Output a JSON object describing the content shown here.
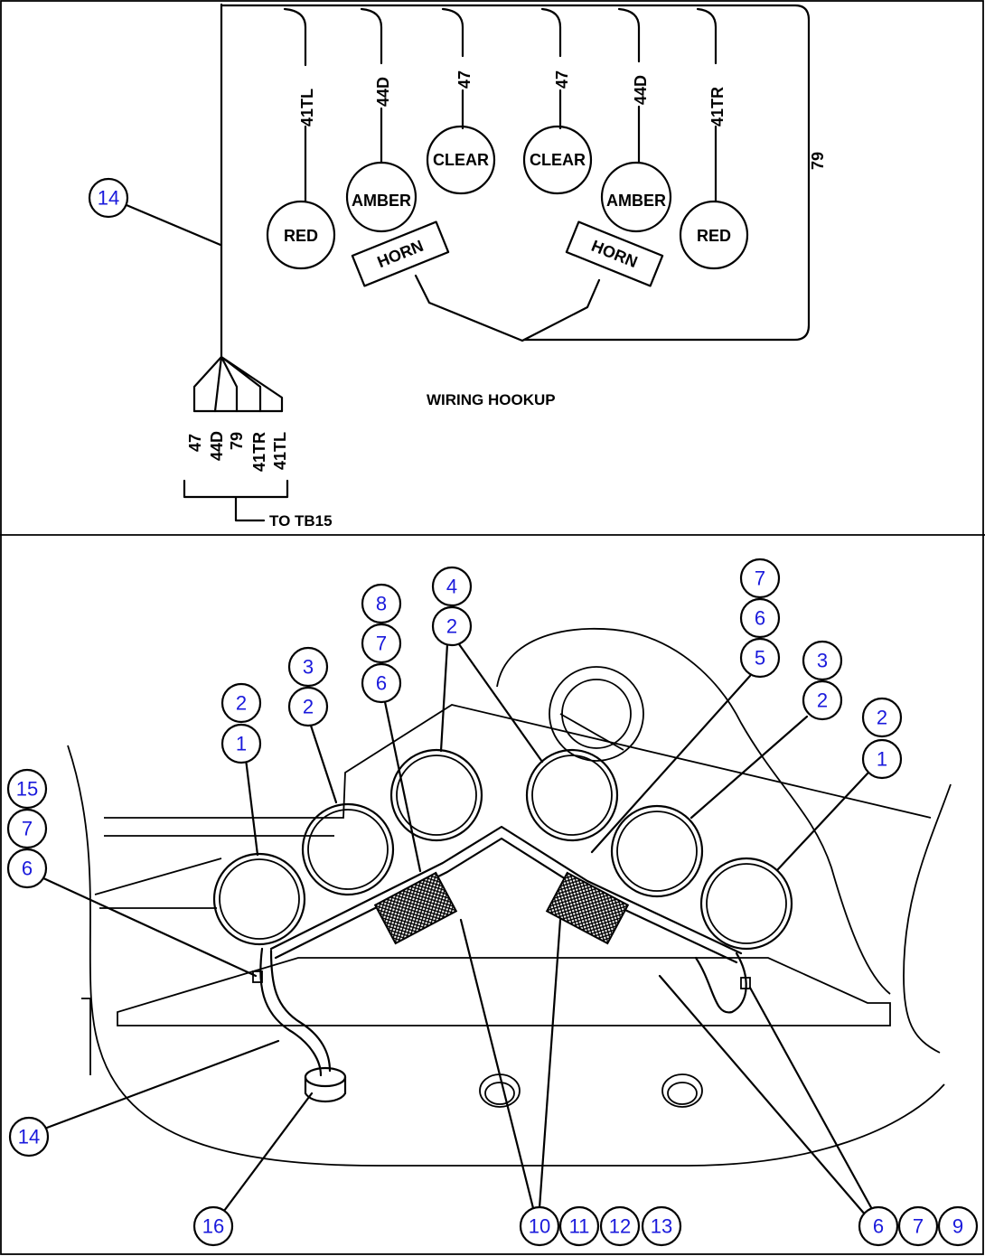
{
  "wiring": {
    "wire_labels": [
      "41TL",
      "44D",
      "47",
      "47",
      "44D",
      "41TR",
      "79"
    ],
    "lamps": [
      "RED",
      "AMBER",
      "CLEAR",
      "CLEAR",
      "AMBER",
      "RED"
    ],
    "horns": [
      "HORN",
      "HORN"
    ],
    "title": "WIRING HOOKUP",
    "connector_labels": [
      "47",
      "44D",
      "79",
      "41TR",
      "41TL"
    ],
    "destination": "TO TB15"
  },
  "callouts": [
    "14",
    "2",
    "1",
    "3",
    "2",
    "8",
    "7",
    "6",
    "4",
    "2",
    "7",
    "6",
    "5",
    "3",
    "2",
    "2",
    "1",
    "15",
    "7",
    "6",
    "14",
    "16",
    "10",
    "11",
    "12",
    "13",
    "6",
    "7",
    "9"
  ]
}
